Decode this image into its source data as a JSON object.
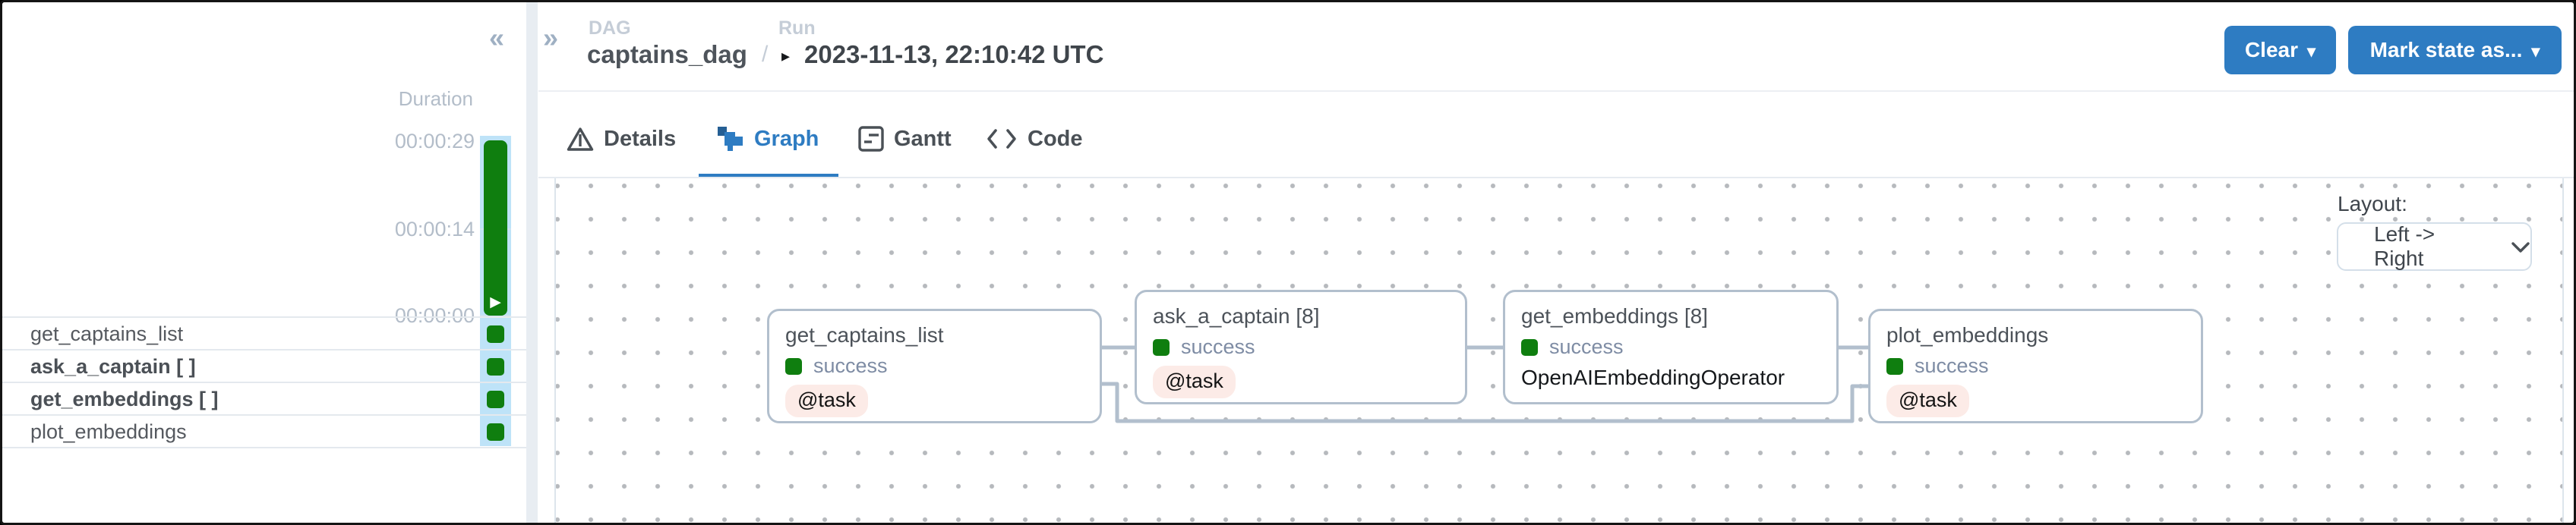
{
  "colors": {
    "accent_blue": "#2e7cc2",
    "success_green": "#0f7e0f",
    "selected_run_bg": "#bee3f8",
    "badge_bg": "#fcebe7",
    "edge_gray": "#b2bfcd"
  },
  "sidebar": {
    "collapse_icon": "«",
    "duration_label": "Duration",
    "ticks": [
      "00:00:29",
      "00:00:14",
      "00:00:00"
    ],
    "run_bar": {
      "status": "success",
      "play_icon": "▶"
    },
    "tasks": [
      {
        "label": "get_captains_list"
      },
      {
        "label": "ask_a_captain [ ]"
      },
      {
        "label": "get_embeddings [ ]"
      },
      {
        "label": "plot_embeddings"
      }
    ]
  },
  "header": {
    "expand_icon": "»",
    "dag_label": "DAG",
    "dag_name": "captains_dag",
    "separator": "/",
    "run_label": "Run",
    "run_play_icon": "▸",
    "run_value": "2023-11-13, 22:10:42 UTC",
    "clear_button": {
      "label": "Clear",
      "caret": "▾"
    },
    "mark_button": {
      "label": "Mark state as...",
      "caret": "▾"
    }
  },
  "tabs": {
    "active": "Graph",
    "items": [
      {
        "label": "Details",
        "icon": "warning-triangle-icon"
      },
      {
        "label": "Graph",
        "icon": "graph-nodes-icon"
      },
      {
        "label": "Gantt",
        "icon": "gantt-chart-icon"
      },
      {
        "label": "Code",
        "icon": "code-brackets-icon"
      }
    ]
  },
  "graph": {
    "layout_label": "Layout:",
    "layout_value": "Left -> Right",
    "nodes": [
      {
        "title": "get_captains_list",
        "status": "success",
        "badge": "@task"
      },
      {
        "title": "ask_a_captain [8]",
        "status": "success",
        "badge": "@task"
      },
      {
        "title": "get_embeddings [8]",
        "status": "success",
        "operator": "OpenAIEmbeddingOperator"
      },
      {
        "title": "plot_embeddings",
        "status": "success",
        "badge": "@task"
      }
    ]
  }
}
